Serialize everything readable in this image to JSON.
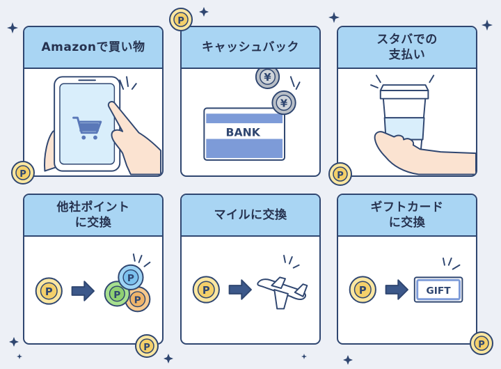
{
  "colors": {
    "background": "#edf0f6",
    "header": "#a9d5f3",
    "outline": "#2f4670",
    "coin": "#fbe7a1",
    "arrow": "#3c588a"
  },
  "cards": [
    {
      "lines": [
        "Amazonで買い物"
      ],
      "icon": "smartphone-cart-icon"
    },
    {
      "lines": [
        "キャッシュバック"
      ],
      "icon": "bank-card-yen-icon",
      "card_text": "BANK",
      "coin_symbol": "¥"
    },
    {
      "lines": [
        "スタバでの",
        "支払い"
      ],
      "icon": "coffee-cup-icon"
    },
    {
      "lines": [
        "他社ポイント",
        "に交換"
      ],
      "icon": "points-exchange-icon",
      "coin_letter": "P"
    },
    {
      "lines": [
        "マイルに交換"
      ],
      "icon": "airplane-icon",
      "coin_letter": "P"
    },
    {
      "lines": [
        "ギフトカード",
        "に交換"
      ],
      "icon": "gift-card-icon",
      "coin_letter": "P",
      "gift_text": "GIFT"
    }
  ],
  "deco_coin_letter": "P"
}
